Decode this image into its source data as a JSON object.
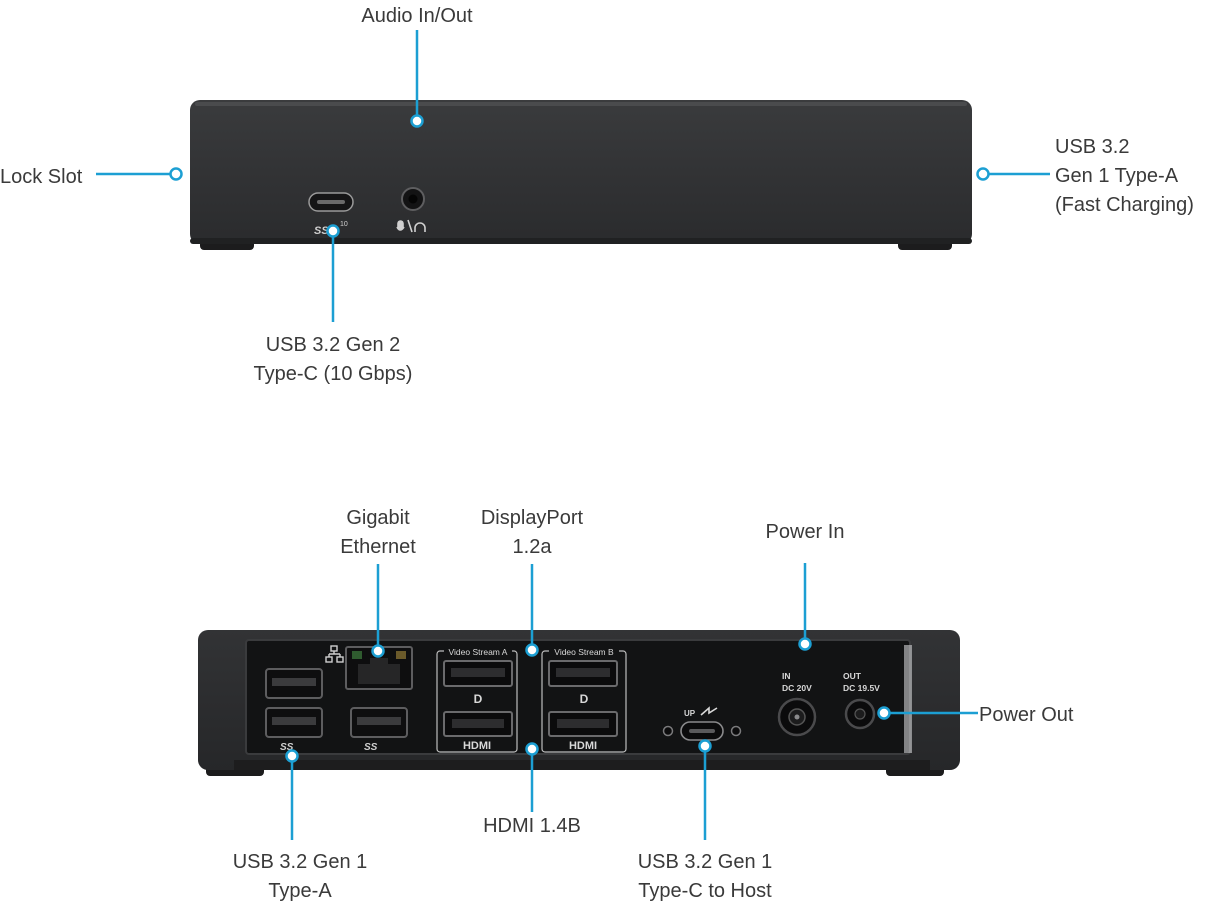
{
  "accent_color": "#1c9fd3",
  "front_view": {
    "labels": {
      "audio": "Audio In/Out",
      "lock": "Lock Slot",
      "usba_fast": [
        "USB 3.2",
        "Gen 1 Type-A",
        "(Fast Charging)"
      ],
      "usbc_gen2": [
        "USB 3.2 Gen 2",
        "Type-C (10 Gbps)"
      ]
    },
    "port_marks": {
      "usbc_logo": "SS",
      "usbc_speed": "10",
      "audio_icon": "mic-headphone-icon"
    }
  },
  "rear_view": {
    "labels": {
      "ethernet": [
        "Gigabit",
        "Ethernet"
      ],
      "displayport": [
        "DisplayPort",
        "1.2a"
      ],
      "power_in": "Power In",
      "power_out": "Power Out",
      "hdmi": "HDMI 1.4B",
      "usba": [
        "USB 3.2 Gen 1",
        "Type-A"
      ],
      "usbc_host": [
        "USB 3.2 Gen 1",
        "Type-C to Host"
      ]
    },
    "port_marks": {
      "stream_a": "Video Stream A",
      "stream_b": "Video Stream B",
      "hdmi_logo": "HDMI",
      "dp_logo": "D",
      "usb_logo": "SS",
      "up_label": "UP",
      "dc_in_1": "IN",
      "dc_in_2": "DC  20V",
      "dc_out_1": "OUT",
      "dc_out_2": "DC 19.5V"
    }
  }
}
